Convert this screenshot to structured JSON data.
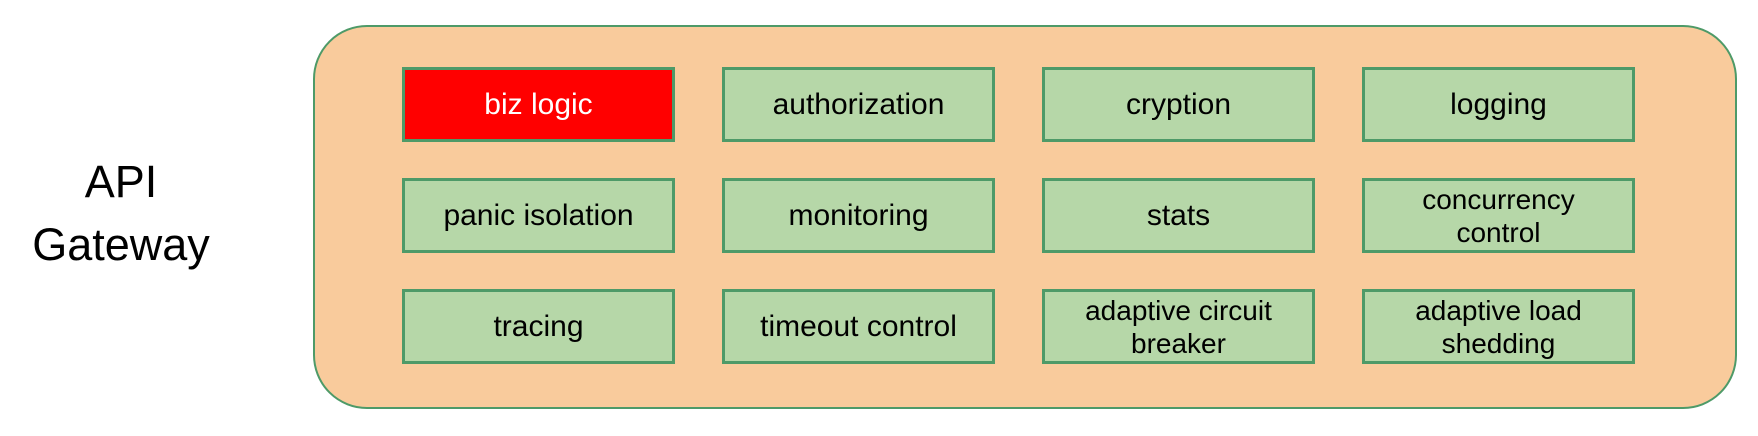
{
  "gateway": {
    "title": "API\nGateway",
    "cells": [
      {
        "label": "biz logic",
        "highlighted": true
      },
      {
        "label": "authorization",
        "highlighted": false
      },
      {
        "label": "cryption",
        "highlighted": false
      },
      {
        "label": "logging",
        "highlighted": false
      },
      {
        "label": "panic isolation",
        "highlighted": false
      },
      {
        "label": "monitoring",
        "highlighted": false
      },
      {
        "label": "stats",
        "highlighted": false
      },
      {
        "label": "concurrency\ncontrol",
        "highlighted": false
      },
      {
        "label": "tracing",
        "highlighted": false
      },
      {
        "label": "timeout control",
        "highlighted": false
      },
      {
        "label": "adaptive circuit\nbreaker",
        "highlighted": false
      },
      {
        "label": "adaptive load\nshedding",
        "highlighted": false
      }
    ]
  },
  "colors": {
    "container_fill": "#F9CB9C",
    "container_border": "#4E9A68",
    "cell_fill": "#B6D7A8",
    "cell_border": "#4E9A68",
    "highlight_fill": "#FF0000",
    "highlight_text": "#FFFFFF",
    "text": "#000000"
  }
}
